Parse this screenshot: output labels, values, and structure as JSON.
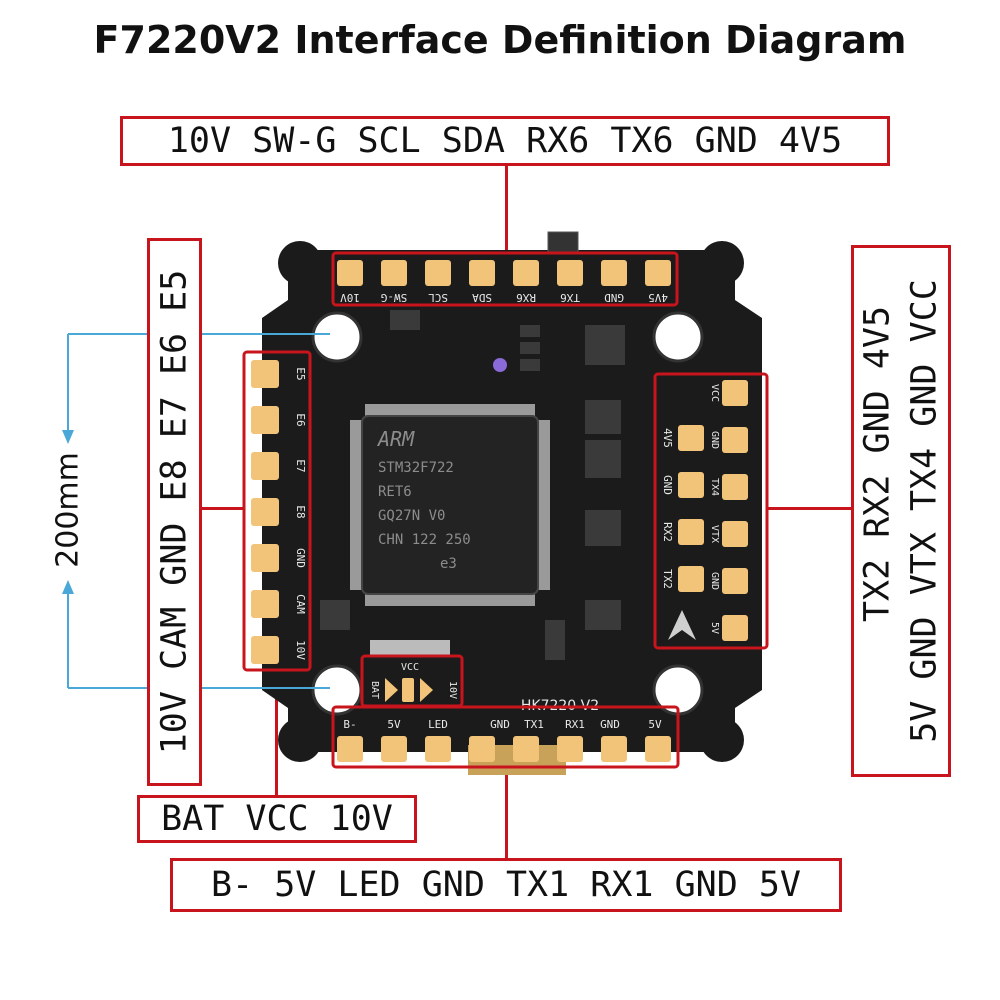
{
  "title": "F7220V2 Interface Definition Diagram",
  "labels": {
    "top": "10V SW-G SCL SDA RX6 TX6 GND 4V5",
    "left": "10V CAM GND E8 E7 E6 E5",
    "right_inner": "TX2 RX2 GND 4V5",
    "right_outer": "5V GND VTX TX4 GND VCC",
    "bat": "BAT VCC 10V",
    "bottom": "B- 5V LED GND TX1 RX1 GND 5V"
  },
  "dimension": "200mm",
  "board": {
    "model": "HK7220 V2",
    "chip_lines": [
      "ARM",
      "STM32F722",
      "RET6",
      "GQ27N V0",
      "CHN 122 250",
      "e3"
    ],
    "top_silk": [
      "10V",
      "SW-G",
      "SCL",
      "SDA",
      "RX6",
      "TX6",
      "GND",
      "4V5"
    ],
    "left_silk": [
      "E5",
      "E6",
      "E7",
      "E8",
      "GND",
      "CAM",
      "10V"
    ],
    "right_col1_silk": [
      "4V5",
      "GND",
      "RX2",
      "TX2"
    ],
    "right_col2_silk": [
      "VCC",
      "GND",
      "TX4",
      "VTX",
      "GND",
      "5V"
    ],
    "bottom_silk": [
      "B-",
      "5V",
      "LED",
      "GND",
      "TX1",
      "RX1",
      "GND",
      "5V"
    ],
    "bat_silk": [
      "BAT",
      "VCC",
      "10V"
    ]
  },
  "colors": {
    "accent": "#c8141c",
    "board": "#1b1b1b",
    "pad": "#f2c47a",
    "dimension_line": "#4aa8d8"
  }
}
